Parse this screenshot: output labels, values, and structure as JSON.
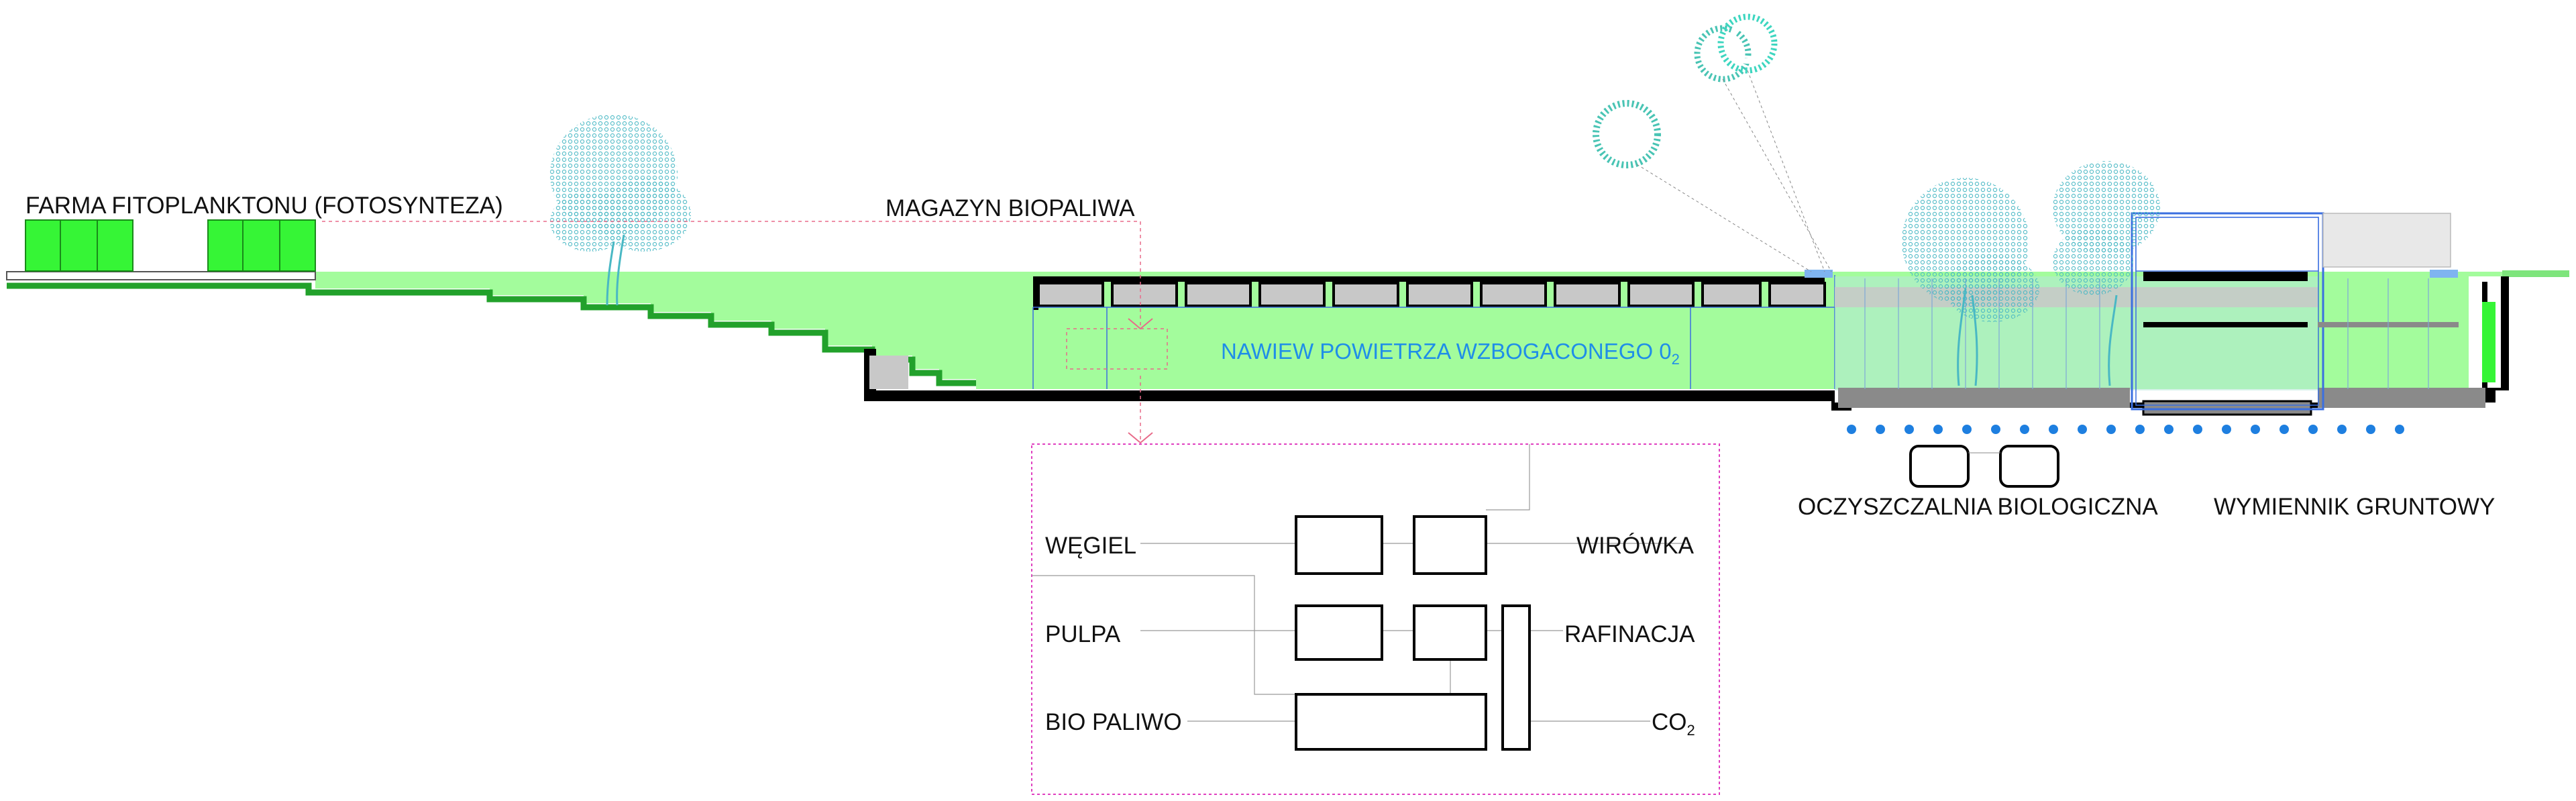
{
  "labels": {
    "farm": "FARMA FITOPLANKTONU (FOTOSYNTEZA)",
    "storage": "MAGAZYN BIOPALIWA",
    "ventilation_main": "NAWIEW POWIETRZA WZBOGACONEGO 0",
    "ventilation_sub": "2",
    "treatment": "OCZYSZCZALNIA BIOLOGICZNA",
    "exchanger": "WYMIENNIK GRUNTOWY"
  },
  "process": {
    "left": [
      "WĘGIEL",
      "PULPA",
      "BIO PALIWO"
    ],
    "right_top": "WIRÓWKA",
    "right_mid": "RAFINACJA",
    "right_bottom_main": "CO",
    "right_bottom_sub": "2"
  },
  "colors": {
    "ground_fill": "#a3fc9c",
    "terrace_green": "#22a12b",
    "panel_green": "#36f536",
    "ventilation_blue": "#1f8ee8",
    "dot_blue": "#1e7fe0",
    "frame_pink": "#e040c0",
    "tree_teal": "#49b8c4"
  }
}
